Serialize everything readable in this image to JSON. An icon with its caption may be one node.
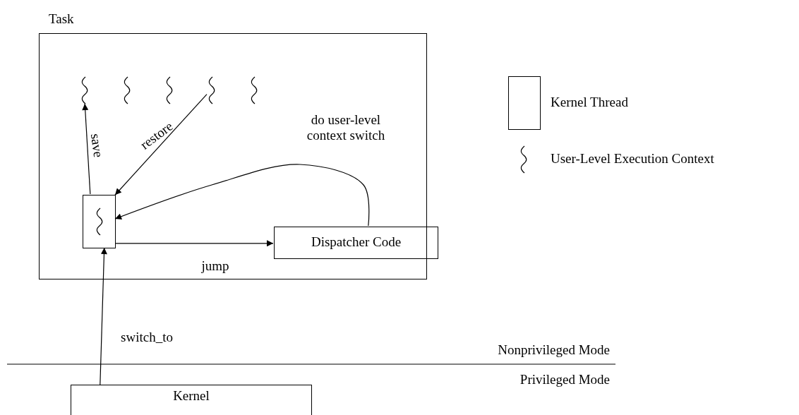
{
  "diagram": {
    "nodes": [
      {
        "text": [
          "Task"
        ]
      },
      {
        "text": [],
        "shape": "squiggle",
        "in": 0
      },
      {
        "text": [],
        "shape": "squiggle",
        "in": 0
      },
      {
        "text": [],
        "shape": "squiggle",
        "in": 0
      },
      {
        "text": [],
        "shape": "squiggle",
        "in": 0
      },
      {
        "text": [],
        "shape": "squiggle",
        "in": 0
      },
      {
        "text": [],
        "shape": "box",
        "in": 0
      },
      {
        "text": [
          "Dispatcher Code"
        ],
        "in": 0
      },
      {
        "text": [
          "Kernel"
        ]
      }
    ],
    "edges": [
      {
        "from": 6,
        "to": 1,
        "arrow": "to",
        "label": "save"
      },
      {
        "from": 4,
        "to": 6,
        "arrow": "to",
        "label": "restore"
      },
      {
        "from": 7,
        "to": 6,
        "arrow": "to",
        "label": "do user-level context switch"
      },
      {
        "from": 6,
        "to": 7,
        "arrow": "to",
        "label": "jump"
      },
      {
        "from": 8,
        "to": 6,
        "arrow": "to",
        "label": "switch_to"
      }
    ],
    "labels": [
      "Nonprivileged Mode",
      "Privileged Mode"
    ],
    "legend": [
      {
        "text": "Kernel Thread"
      },
      {
        "text": "User-Level Execution Context"
      }
    ]
  }
}
